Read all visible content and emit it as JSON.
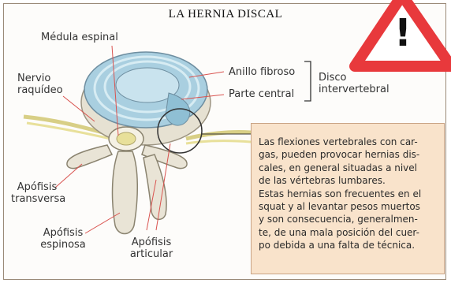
{
  "title": "LA HERNIA DISCAL",
  "labels": {
    "medula": "Médula espinal",
    "nervio": "Nervio\nraquídeo",
    "anillo": "Anillo fibroso",
    "parte": "Parte central",
    "disco": "Disco\nintervertebral",
    "transversa": "Apófisis\ntransversa",
    "espinosa": "Apófisis\nespinosa",
    "articular": "Apófisis\narticular"
  },
  "info_text": "Las flexiones vertebrales con car-\ngas, pueden provocar hernias dis-\ncales, en general situadas a nivel\nde las vértebras lumbares.\nEstas hernias son frecuentes en el\nsquat y al levantar pesos muertos\ny son consecuencia, generalmen-\nte, de una mala posición del cuer-\npo debida a una falta de técnica.",
  "warning_symbol": "!",
  "colors": {
    "warning_red": "#e8393c",
    "infobox_bg": "#f9e3cb",
    "disc_blue": "#a9cfe0",
    "bone": "#e9e4d6",
    "nerve": "#e8e09a",
    "leader": "#d9534f"
  },
  "icons": {
    "warning": "warning-triangle-icon"
  }
}
